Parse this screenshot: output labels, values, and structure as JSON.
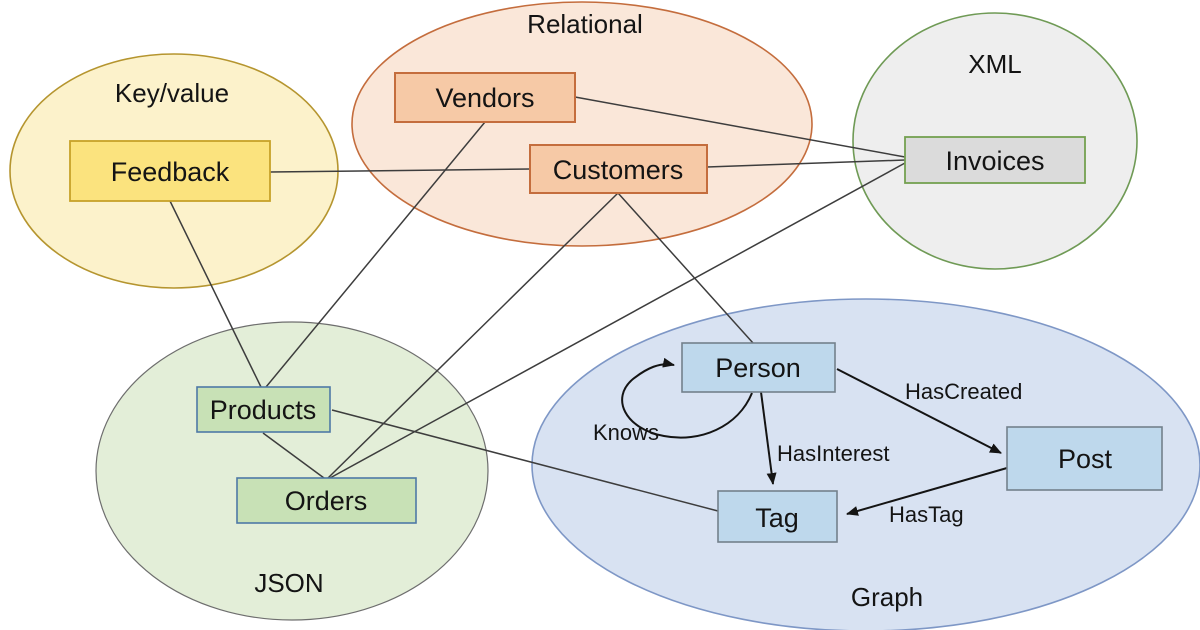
{
  "diagram": {
    "containers": {
      "keyvalue": {
        "label": "Key/value",
        "members": [
          "Feedback"
        ]
      },
      "relational": {
        "label": "Relational",
        "members": [
          "Vendors",
          "Customers"
        ]
      },
      "xml": {
        "label": "XML",
        "members": [
          "Invoices"
        ]
      },
      "json": {
        "label": "JSON",
        "members": [
          "Products",
          "Orders"
        ]
      },
      "graph": {
        "label": "Graph",
        "members": [
          "Person",
          "Post",
          "Tag"
        ]
      }
    },
    "entities": {
      "feedback": {
        "label": "Feedback"
      },
      "vendors": {
        "label": "Vendors"
      },
      "customers": {
        "label": "Customers"
      },
      "invoices": {
        "label": "Invoices"
      },
      "products": {
        "label": "Products"
      },
      "orders": {
        "label": "Orders"
      },
      "person": {
        "label": "Person"
      },
      "post": {
        "label": "Post"
      },
      "tag": {
        "label": "Tag"
      }
    },
    "edge_labels": {
      "knows": "Knows",
      "has_created": "HasCreated",
      "has_interest": "HasInterest",
      "has_tag": "HasTag"
    },
    "connections": [
      {
        "from": "Feedback",
        "to": "Customers",
        "label": "",
        "directed": false
      },
      {
        "from": "Feedback",
        "to": "Products",
        "label": "",
        "directed": false
      },
      {
        "from": "Vendors",
        "to": "Products",
        "label": "",
        "directed": false
      },
      {
        "from": "Vendors",
        "to": "Invoices",
        "label": "",
        "directed": false
      },
      {
        "from": "Customers",
        "to": "Invoices",
        "label": "",
        "directed": false
      },
      {
        "from": "Customers",
        "to": "Orders",
        "label": "",
        "directed": false
      },
      {
        "from": "Customers",
        "to": "Person",
        "label": "",
        "directed": false
      },
      {
        "from": "Orders",
        "to": "Invoices",
        "label": "",
        "directed": false
      },
      {
        "from": "Products",
        "to": "Orders",
        "label": "",
        "directed": false
      },
      {
        "from": "Products",
        "to": "Tag",
        "label": "",
        "directed": false
      },
      {
        "from": "Person",
        "to": "Person",
        "label": "Knows",
        "directed": true
      },
      {
        "from": "Person",
        "to": "Post",
        "label": "HasCreated",
        "directed": true
      },
      {
        "from": "Person",
        "to": "Tag",
        "label": "HasInterest",
        "directed": true
      },
      {
        "from": "Post",
        "to": "Tag",
        "label": "HasTag",
        "directed": true
      }
    ]
  },
  "colors": {
    "background": "#ffffff",
    "line": "#3d3d3d",
    "text": "#141414",
    "kv_ellipse_fill": "#fcf2cb",
    "kv_box_fill": "#fbe37e",
    "rel_ellipse_fill": "#fae7d9",
    "rel_box_fill": "#f6c9a6",
    "xml_ellipse_fill": "#eeeeee",
    "xml_box_fill": "#dbdbdb",
    "json_ellipse_fill": "#e3eed8",
    "json_box_fill": "#c8e1b6",
    "graph_ellipse_fill": "#d8e2f2",
    "graph_box_fill": "#bed8ec"
  }
}
